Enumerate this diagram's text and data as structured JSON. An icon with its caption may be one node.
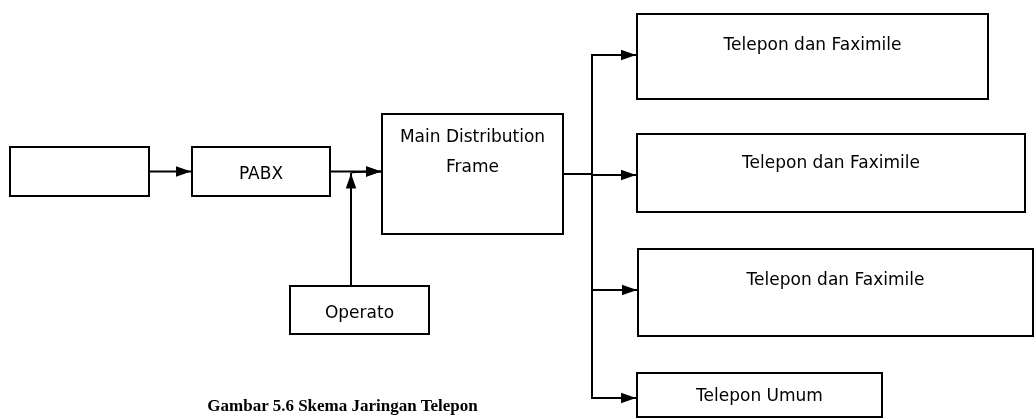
{
  "diagram": {
    "caption": "Gambar 5.6 Skema Jaringan Telepon",
    "nodes": [
      {
        "text": [],
        "shape": "box"
      },
      {
        "text": [
          "PABX"
        ]
      },
      {
        "text": [
          "Main Distribution Frame"
        ]
      },
      {
        "text": [
          "Operato"
        ]
      },
      {
        "text": [
          "Telepon dan Faximile"
        ]
      },
      {
        "text": [
          "Telepon dan Faximile"
        ]
      },
      {
        "text": [
          "Telepon dan Faximile"
        ]
      },
      {
        "text": [
          "Telepon Umum"
        ]
      }
    ],
    "edges": [
      {
        "from": 0,
        "to": 1,
        "arrow": "to"
      },
      {
        "from": 1,
        "to": 2,
        "arrow": "to"
      },
      {
        "from": 3,
        "to": 2,
        "arrow": "to"
      },
      {
        "from": 2,
        "to": 4,
        "arrow": "to"
      },
      {
        "from": 2,
        "to": 5,
        "arrow": "to"
      },
      {
        "from": 2,
        "to": 6,
        "arrow": "to"
      },
      {
        "from": 2,
        "to": 7,
        "arrow": "to"
      }
    ]
  }
}
